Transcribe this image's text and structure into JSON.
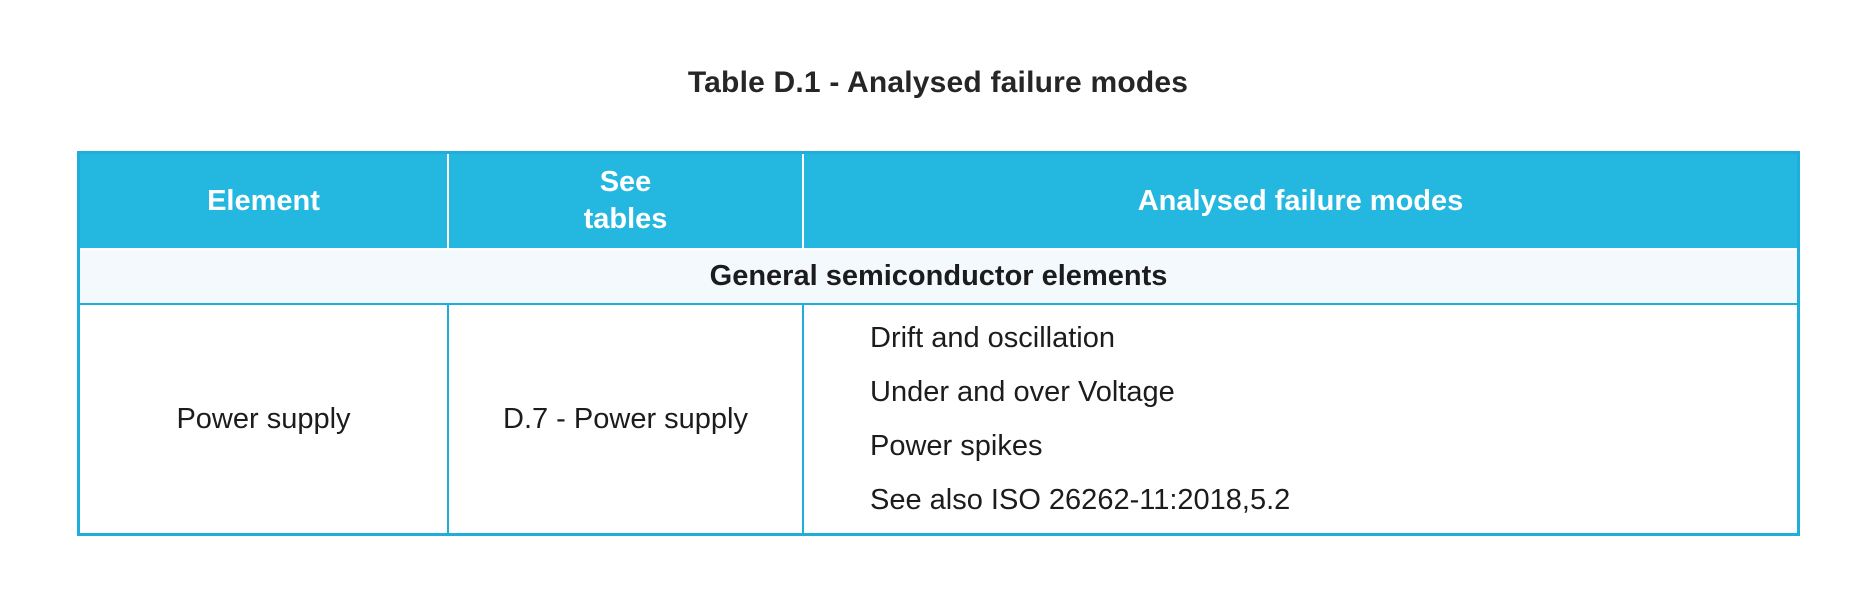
{
  "title": "Table D.1 - Analysed failure modes",
  "table": {
    "columns": [
      {
        "label": "Element"
      },
      {
        "label": "See\ntables"
      },
      {
        "label": "Analysed failure modes"
      }
    ],
    "section_header": "General semiconductor elements",
    "rows": [
      {
        "element": "Power supply",
        "see_tables": "D.7 - Power supply",
        "failure_modes": [
          "Drift and oscillation",
          "Under and over Voltage",
          "Power spikes",
          "See also ISO 26262-11:2018,5.2"
        ]
      }
    ],
    "colors": {
      "header_bg": "#24B7E0",
      "border": "#1FAEDC",
      "section_bg": "#F3F9FC",
      "header_text": "#FFFFFF",
      "body_text": "#1C1C1E"
    }
  }
}
